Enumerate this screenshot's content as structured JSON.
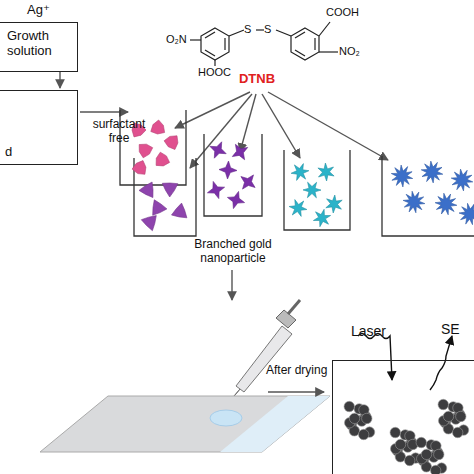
{
  "diagram": {
    "nodes": [
      {
        "text": [
          "Ag⁺",
          "Growth solution"
        ]
      },
      {
        "text": [
          "d"
        ]
      },
      {
        "text": [
          "Laser",
          "SE"
        ]
      }
    ],
    "labels": [
      "surfactant free",
      "DTNB",
      "O₂N",
      "S",
      "S",
      "COOH",
      "HOOC",
      "NO₂",
      "Branched gold nanoparticle",
      "After drying"
    ]
  }
}
